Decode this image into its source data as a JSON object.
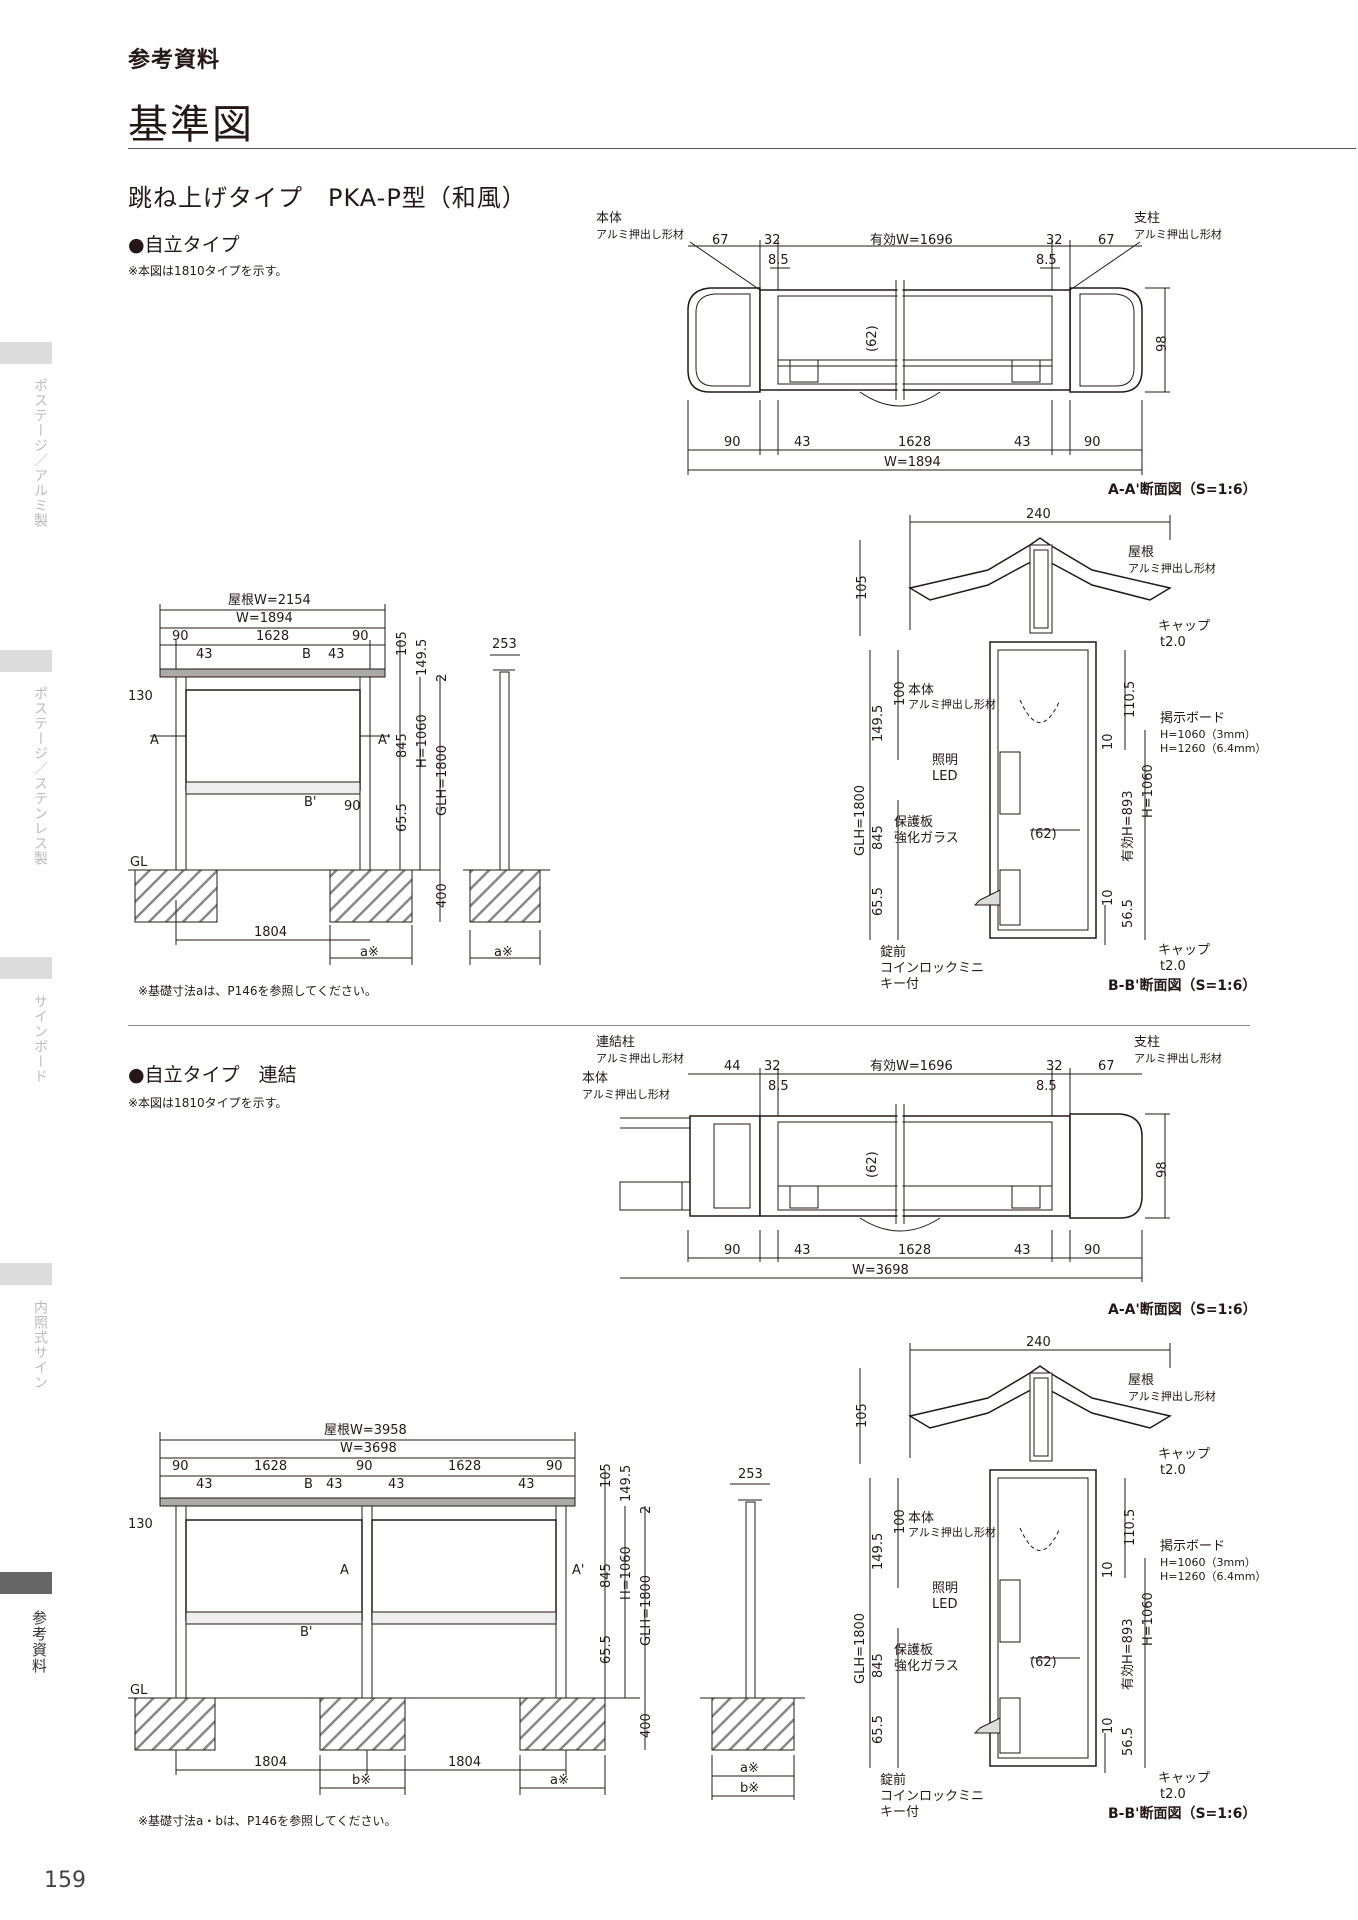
{
  "header": {
    "category": "参考資料",
    "title": "基準図",
    "section_title": "跳ね上げタイプ　PKA-P型（和風）"
  },
  "page_number": "159",
  "side_tabs": [
    {
      "label": "ポステージ／アルミ製",
      "active": false
    },
    {
      "label": "ポステージ／ステンレス製",
      "active": false
    },
    {
      "label": "サインボード",
      "active": false
    },
    {
      "label": "内照式サイン",
      "active": false
    },
    {
      "label": "参考資料",
      "active": true
    }
  ],
  "section1": {
    "heading": "●自立タイプ",
    "note": "※本図は1810タイプを示す。",
    "footnote": "※基礎寸法aは、P146を参照してください。",
    "plan": {
      "label_body": "本体",
      "label_body_sub": "アルミ押出し形材",
      "label_post": "支柱",
      "label_post_sub": "アルミ押出し形材",
      "dims_top": [
        "67",
        "32",
        "有効W=1696",
        "32",
        "67"
      ],
      "dim_85_l": "8.5",
      "dim_85_r": "8.5",
      "dim_62": "(62)",
      "dim_98": "98",
      "dims_bottom": [
        "90",
        "43",
        "1628",
        "43",
        "90"
      ],
      "dim_total": "W=1894",
      "caption": "A-A'断面図（S=1:6）"
    },
    "front": {
      "roof_w": "屋根W=2154",
      "w": "W=1894",
      "dims_row": [
        "90",
        "1628",
        "90"
      ],
      "d43_l": "43",
      "d43_r": "43",
      "b_mark": "B",
      "b2_mark": "B'",
      "a_mark": "A",
      "a2_mark": "A'",
      "d130": "130",
      "d90": "90",
      "d105": "105",
      "d1495": "149.5",
      "d2": "2",
      "d845": "845",
      "dH": "H=1060",
      "d655": "65.5",
      "dGLH": "GLH=1800",
      "gl": "GL",
      "d400": "400",
      "d1804": "1804",
      "a_note": "a※"
    },
    "side": {
      "d253": "253",
      "a_note": "a※"
    },
    "section": {
      "d240": "240",
      "d105": "105",
      "roof": "屋根",
      "roof_sub": "アルミ押出し形材",
      "cap": "キャップ",
      "cap_t": "t2.0",
      "body": "本体",
      "body_sub": "アルミ押出し形材",
      "board": "掲示ボード",
      "board_h1": "H=1060（3mm）",
      "board_h2": "H=1260（6.4mm）",
      "light": "照明",
      "light_sub": "LED",
      "guard": "保護板",
      "guard_sub": "強化ガラス",
      "d100": "100",
      "d1495": "149.5",
      "d1105": "110.5",
      "d10a": "10",
      "d62": "(62)",
      "dGLH": "GLH=1800",
      "d845": "845",
      "dEff": "有効H=893",
      "dH": "H=1060",
      "d655": "65.5",
      "d10b": "10",
      "d565": "56.5",
      "lock": "錠前",
      "lock_sub": "コインロックミニ",
      "lock_sub2": "キー付",
      "cap2": "キャップ",
      "cap2_t": "t2.0",
      "caption": "B-B'断面図（S=1:6）"
    }
  },
  "section2": {
    "heading": "●自立タイプ　連結",
    "note": "※本図は1810タイプを示す。",
    "footnote": "※基礎寸法a・bは、P146を参照してください。",
    "plan": {
      "label_conn": "連結柱",
      "label_conn_sub": "アルミ押出し形材",
      "label_body": "本体",
      "label_body_sub": "アルミ押出し形材",
      "label_post": "支柱",
      "label_post_sub": "アルミ押出し形材",
      "dims_top": [
        "44",
        "32",
        "有効W=1696",
        "32",
        "67"
      ],
      "dim_85_l": "8.5",
      "dim_85_r": "8.5",
      "dim_62": "(62)",
      "dim_98": "98",
      "dims_bottom": [
        "90",
        "43",
        "1628",
        "43",
        "90"
      ],
      "dim_total": "W=3698",
      "caption": "A-A'断面図（S=1:6）"
    },
    "front": {
      "roof_w": "屋根W=3958",
      "w": "W=3698",
      "dims_row": [
        "90",
        "1628",
        "90",
        "1628",
        "90"
      ],
      "d43": [
        "43",
        "43",
        "43",
        "43"
      ],
      "b_mark": "B",
      "b2_mark": "B'",
      "a_mark": "A",
      "a2_mark": "A'",
      "d130": "130",
      "d105": "105",
      "d1495": "149.5",
      "d2": "2",
      "d845": "845",
      "dH": "H=1060",
      "d655": "65.5",
      "dGLH": "GLH=1800",
      "gl": "GL",
      "d400": "400",
      "d1804a": "1804",
      "d1804b": "1804",
      "b_note": "b※",
      "a_note": "a※"
    },
    "side": {
      "d253": "253",
      "a_note": "a※",
      "b_note": "b※"
    },
    "section": {
      "d240": "240",
      "d105": "105",
      "roof": "屋根",
      "roof_sub": "アルミ押出し形材",
      "cap": "キャップ",
      "cap_t": "t2.0",
      "body": "本体",
      "body_sub": "アルミ押出し形材",
      "board": "掲示ボード",
      "board_h1": "H=1060（3mm）",
      "board_h2": "H=1260（6.4mm）",
      "light": "照明",
      "light_sub": "LED",
      "guard": "保護板",
      "guard_sub": "強化ガラス",
      "d100": "100",
      "d1495": "149.5",
      "d1105": "110.5",
      "d10a": "10",
      "d62": "(62)",
      "dGLH": "GLH=1800",
      "d845": "845",
      "dEff": "有効H=893",
      "dH": "H=1060",
      "d655": "65.5",
      "d10b": "10",
      "d565": "56.5",
      "lock": "錠前",
      "lock_sub": "コインロックミニ",
      "lock_sub2": "キー付",
      "cap2": "キャップ",
      "cap2_t": "t2.0",
      "caption": "B-B'断面図（S=1:6）"
    }
  }
}
